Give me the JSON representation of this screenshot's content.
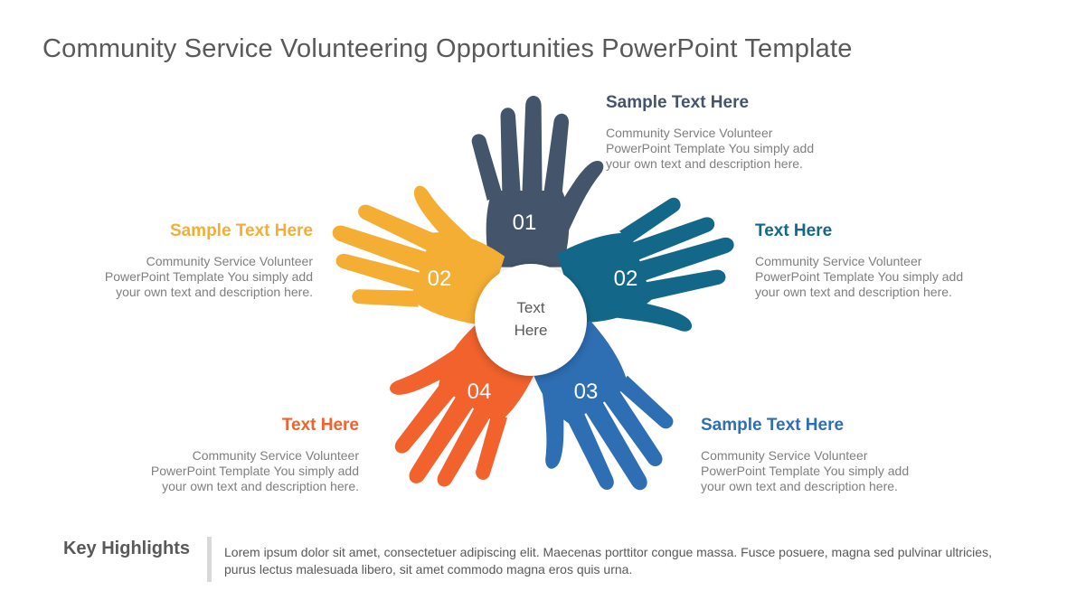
{
  "title": "Community Service Volunteering Opportunities PowerPoint Template",
  "center_label": [
    "Text",
    "Here"
  ],
  "hands": [
    {
      "id": "top",
      "number": "01",
      "color": "#44546a"
    },
    {
      "id": "right",
      "number": "02",
      "color": "#136889"
    },
    {
      "id": "bottom-right",
      "number": "03",
      "color": "#2e6eb3"
    },
    {
      "id": "bottom-left",
      "number": "04",
      "color": "#f2622d"
    },
    {
      "id": "left",
      "number": "02",
      "color": "#f4ae33"
    }
  ],
  "blocks": {
    "top": {
      "heading": "Sample Text Here",
      "desc": "Community Service Volunteer PowerPoint Template You simply add your own text and description here.",
      "color": "#44546a"
    },
    "left": {
      "heading": "Sample Text Here",
      "desc": "Community Service Volunteer PowerPoint Template You simply add your own text and description here.",
      "color": "#f4ae33"
    },
    "right": {
      "heading": "Text Here",
      "desc": "Community Service Volunteer PowerPoint Template You simply add your own text and description here.",
      "color": "#136889"
    },
    "bottom_left": {
      "heading": "Text Here",
      "desc": "Community Service Volunteer PowerPoint Template You simply add your own text and description here.",
      "color": "#f2622d"
    },
    "bottom_right": {
      "heading": "Sample Text Here",
      "desc": "Community Service Volunteer PowerPoint Template You simply add your own text and description here.",
      "color": "#2e6eb3"
    }
  },
  "key_highlights": {
    "title": "Key Highlights",
    "text": "Lorem ipsum dolor sit amet, consectetuer adipiscing elit. Maecenas porttitor congue massa. Fusce posuere, magna sed pulvinar ultricies, purus lectus malesuada libero, sit amet commodo magna eros quis urna."
  }
}
